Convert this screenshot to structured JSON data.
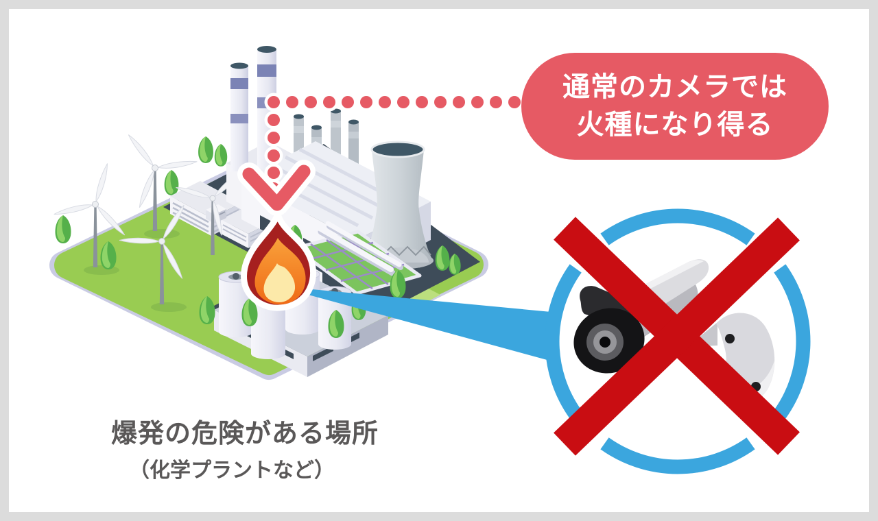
{
  "colors": {
    "accent_red": "#E65A64",
    "prohibit_red": "#C90D12",
    "link_blue": "#3BA6DE",
    "text_gray": "#5A5858",
    "frame_gray": "#DCDCDC",
    "grass_green": "#99CC52",
    "pavement_slate": "#3E4C59",
    "flame_dark_red": "#A6201F",
    "flame_orange": "#F58020",
    "flame_yellow": "#FCE9A9"
  },
  "callout": {
    "line1": "通常のカメラでは",
    "line2": "火種になり得る"
  },
  "caption": {
    "title": "爆発の危険がある場所",
    "subtitle": "（化学プラントなど）"
  }
}
